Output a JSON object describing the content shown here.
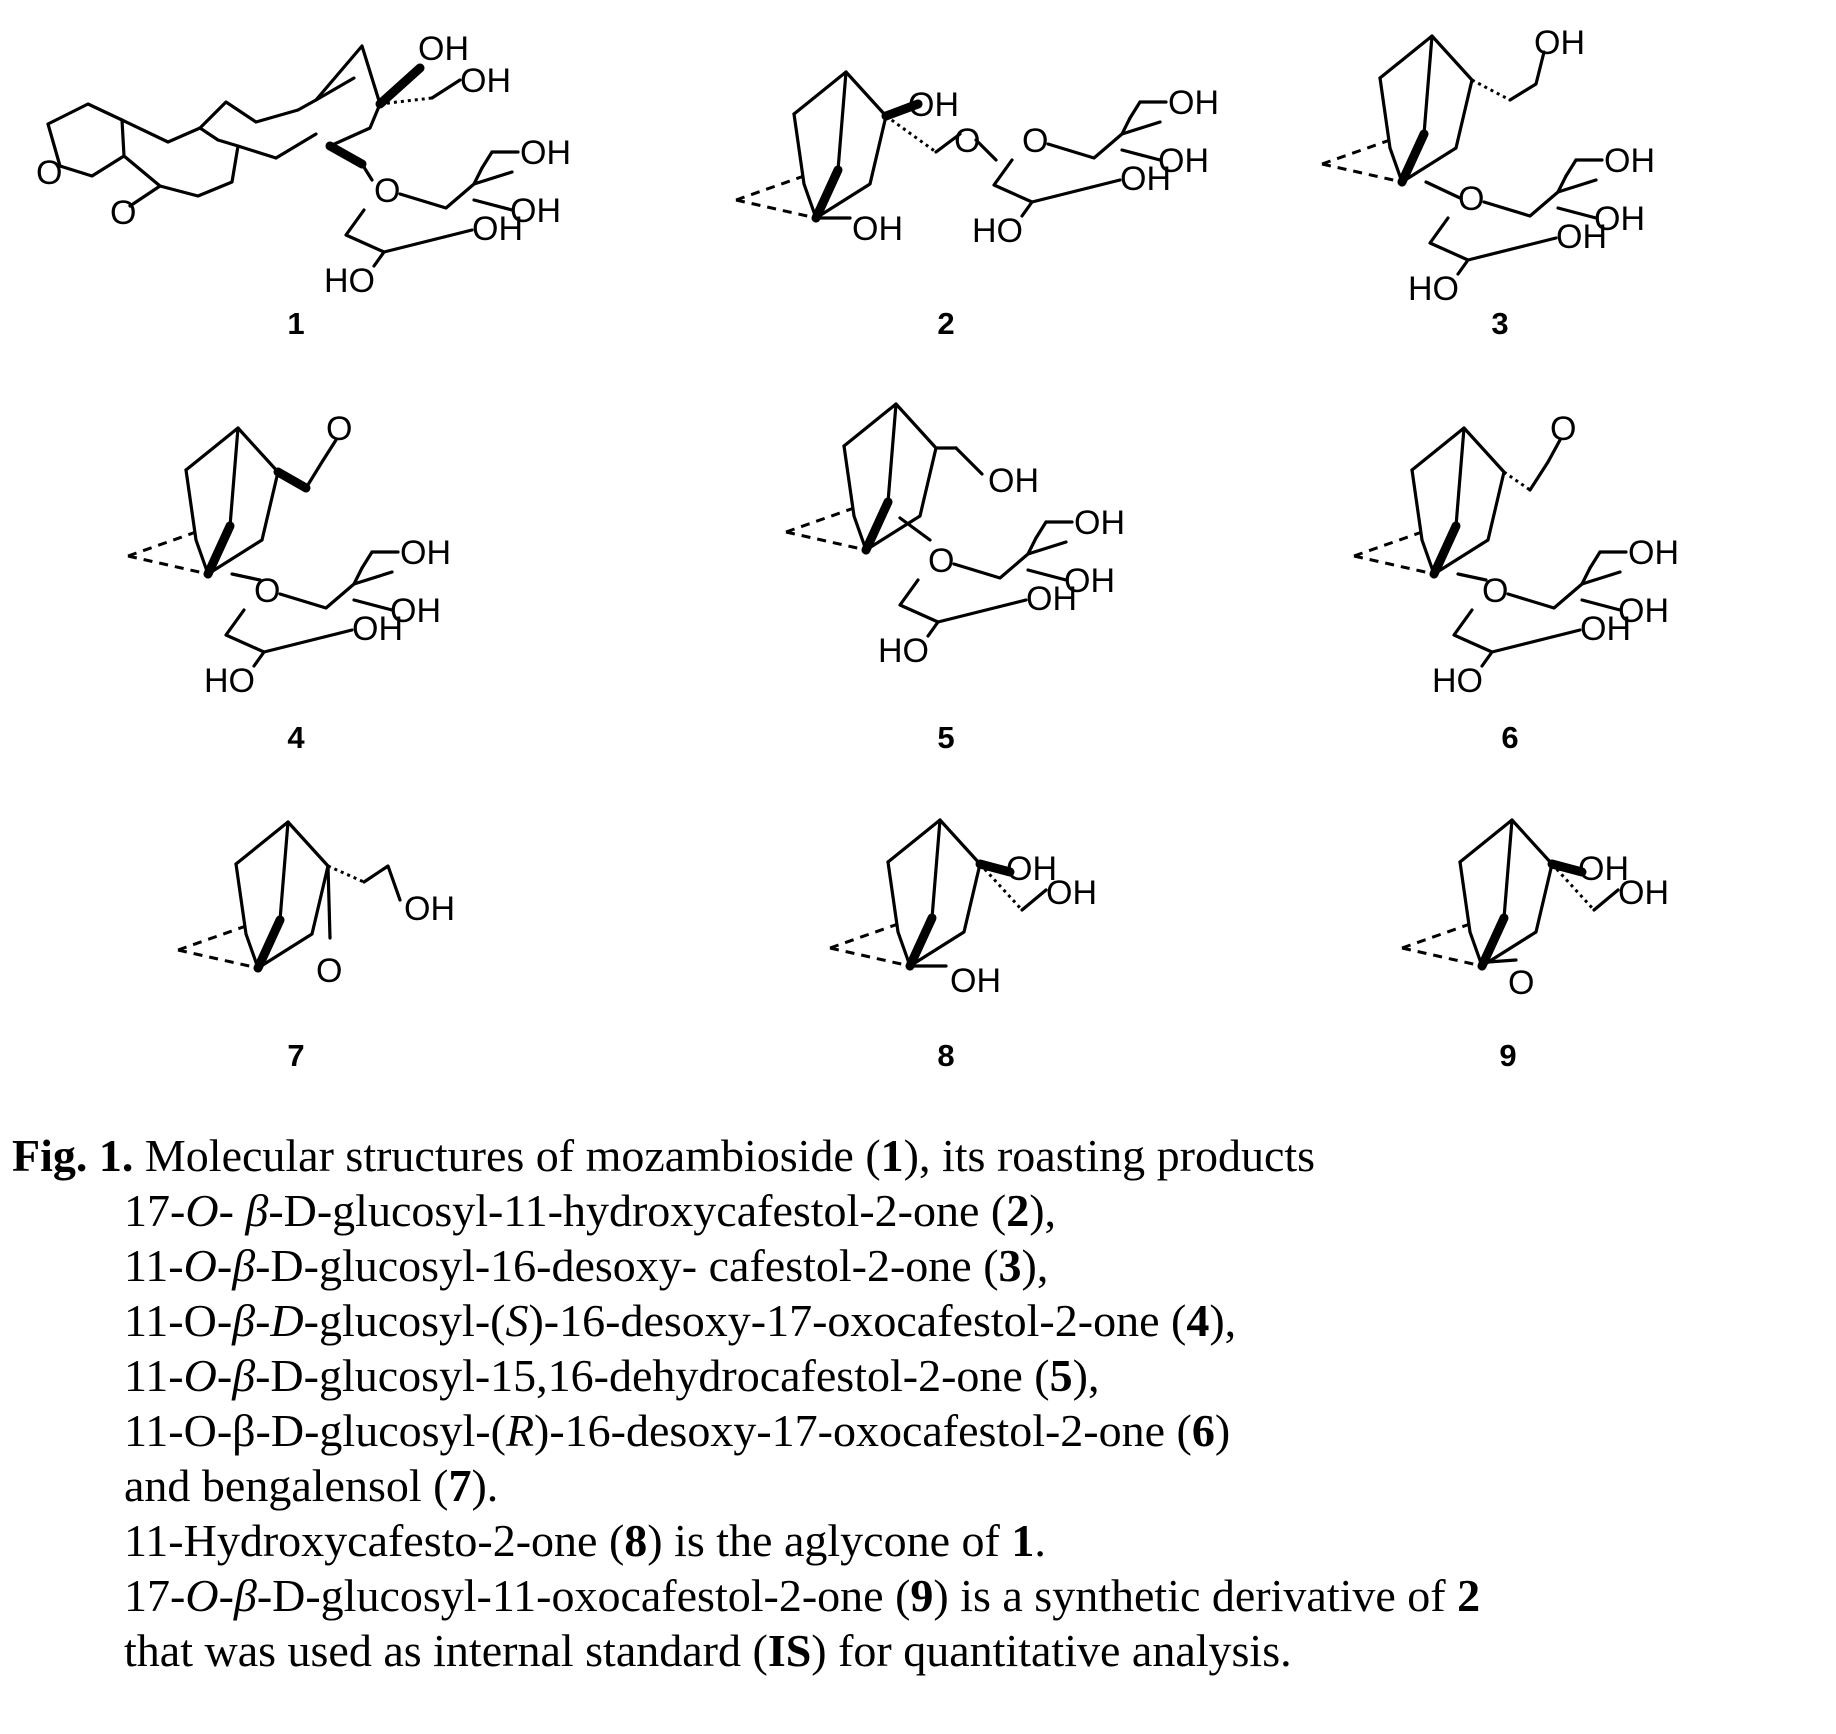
{
  "atom_labels": {
    "oh": "OH",
    "ho": "HO",
    "o": "O"
  },
  "compounds": [
    {
      "number": "1"
    },
    {
      "number": "2"
    },
    {
      "number": "3"
    },
    {
      "number": "4"
    },
    {
      "number": "5"
    },
    {
      "number": "6"
    },
    {
      "number": "7"
    },
    {
      "number": "8"
    },
    {
      "number": "9"
    }
  ],
  "caption": {
    "fig_label": "Fig. 1.",
    "lines": [
      {
        "parts": [
          {
            "t": " Molecular structures of mozambioside ("
          },
          {
            "t": "1",
            "b": true
          },
          {
            "t": "), its roasting products"
          }
        ]
      },
      {
        "parts": [
          {
            "t": "17-"
          },
          {
            "t": "O",
            "i": true
          },
          {
            "t": "- "
          },
          {
            "t": "β",
            "i": true
          },
          {
            "t": "-D-glucosyl-11-hydroxycafestol-2-one ("
          },
          {
            "t": "2",
            "b": true
          },
          {
            "t": "),"
          }
        ]
      },
      {
        "parts": [
          {
            "t": "11-"
          },
          {
            "t": "O",
            "i": true
          },
          {
            "t": "-"
          },
          {
            "t": "β",
            "i": true
          },
          {
            "t": "-D-glucosyl-16-desoxy- cafestol-2-one  ("
          },
          {
            "t": "3",
            "b": true
          },
          {
            "t": "),"
          }
        ]
      },
      {
        "parts": [
          {
            "t": "11-O-"
          },
          {
            "t": "β",
            "i": true
          },
          {
            "t": "-"
          },
          {
            "t": "D",
            "i": true
          },
          {
            "t": "-glucosyl-("
          },
          {
            "t": "S",
            "i": true
          },
          {
            "t": ")-16-desoxy-17-oxocafestol-2-one  ("
          },
          {
            "t": "4",
            "b": true
          },
          {
            "t": "),"
          }
        ]
      },
      {
        "parts": [
          {
            "t": "11-"
          },
          {
            "t": "O",
            "i": true
          },
          {
            "t": "-"
          },
          {
            "t": "β",
            "i": true
          },
          {
            "t": "-D-glucosyl-15,16-dehydrocafestol-2-one  ("
          },
          {
            "t": "5",
            "b": true
          },
          {
            "t": "),"
          }
        ]
      },
      {
        "parts": [
          {
            "t": "11-O-β-D-glucosyl-("
          },
          {
            "t": "R",
            "i": true
          },
          {
            "t": ")-16-desoxy-17-oxocafestol-2-one ("
          },
          {
            "t": "6",
            "b": true
          },
          {
            "t": ")"
          }
        ]
      },
      {
        "parts": [
          {
            "t": "and bengalensol ("
          },
          {
            "t": "7",
            "b": true
          },
          {
            "t": ")."
          }
        ]
      },
      {
        "parts": [
          {
            "t": "11-Hydroxycafesto-2-one ("
          },
          {
            "t": "8",
            "b": true
          },
          {
            "t": ") is the aglycone of "
          },
          {
            "t": "1",
            "b": true
          },
          {
            "t": "."
          }
        ]
      },
      {
        "parts": [
          {
            "t": "17-"
          },
          {
            "t": "O",
            "i": true
          },
          {
            "t": "-"
          },
          {
            "t": "β",
            "i": true
          },
          {
            "t": "-D-glucosyl-11-oxocafestol-2-one ("
          },
          {
            "t": "9",
            "b": true
          },
          {
            "t": ") is a synthetic derivative of "
          },
          {
            "t": "2",
            "b": true
          }
        ]
      },
      {
        "parts": [
          {
            "t": "that was used as internal standard ("
          },
          {
            "t": "IS",
            "b": true
          },
          {
            "t": ") for quantitative analysis."
          }
        ]
      }
    ]
  }
}
